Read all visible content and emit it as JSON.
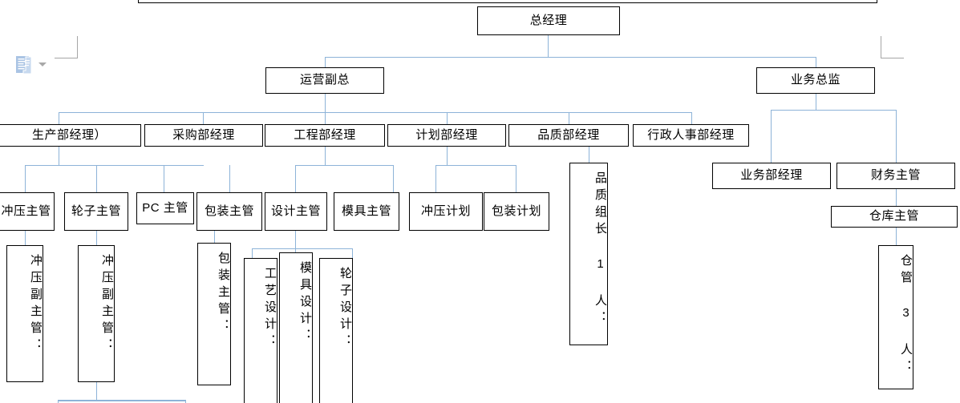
{
  "document": {
    "type": "organization-chart",
    "language": "zh-CN",
    "paste_icon_name": "paste-clipboard-icon",
    "dropdown_caret_name": "paste-options-dropdown-caret"
  },
  "colors": {
    "connector": "#8db3d8",
    "box_border": "#000000",
    "box_fill": "#ffffff",
    "margin_mark": "#a6a6a6",
    "paste_icon": "#aac4e4"
  },
  "nodes": {
    "top_clipped_box": "",
    "general_manager": "总经理",
    "operations_vp": "运营副总",
    "business_director": "业务总监",
    "production_manager": "生产部经理）",
    "purchasing_manager": "采购部经理",
    "engineering_manager": "工程部经理",
    "planning_manager": "计划部经理",
    "quality_manager": "品质部经理",
    "admin_hr_manager": "行政人事部经理",
    "stamping_supervisor": "冲压主管",
    "wheel_supervisor": "轮子主管",
    "pc_supervisor": "PC 主管",
    "packaging_supervisor": "包装主管",
    "design_supervisor": "设计主管",
    "mold_supervisor": "模具主管",
    "stamping_plan": "冲压计划",
    "packaging_plan": "包装计划",
    "quality_team_leader": "品质组长 1 人：",
    "sales_manager": "业务部经理",
    "finance_supervisor": "财务主管",
    "warehouse_supervisor": "仓库主管",
    "stamping_deputy_1": "冲压副主管：",
    "stamping_deputy_2": "冲压副主管：",
    "packaging_supervisor_detail": "包装主管：",
    "process_design": "工艺设计：",
    "mold_design": "模具设计：",
    "wheel_design": "轮子设计：",
    "warehouse_keeper": "仓管 3 人："
  }
}
